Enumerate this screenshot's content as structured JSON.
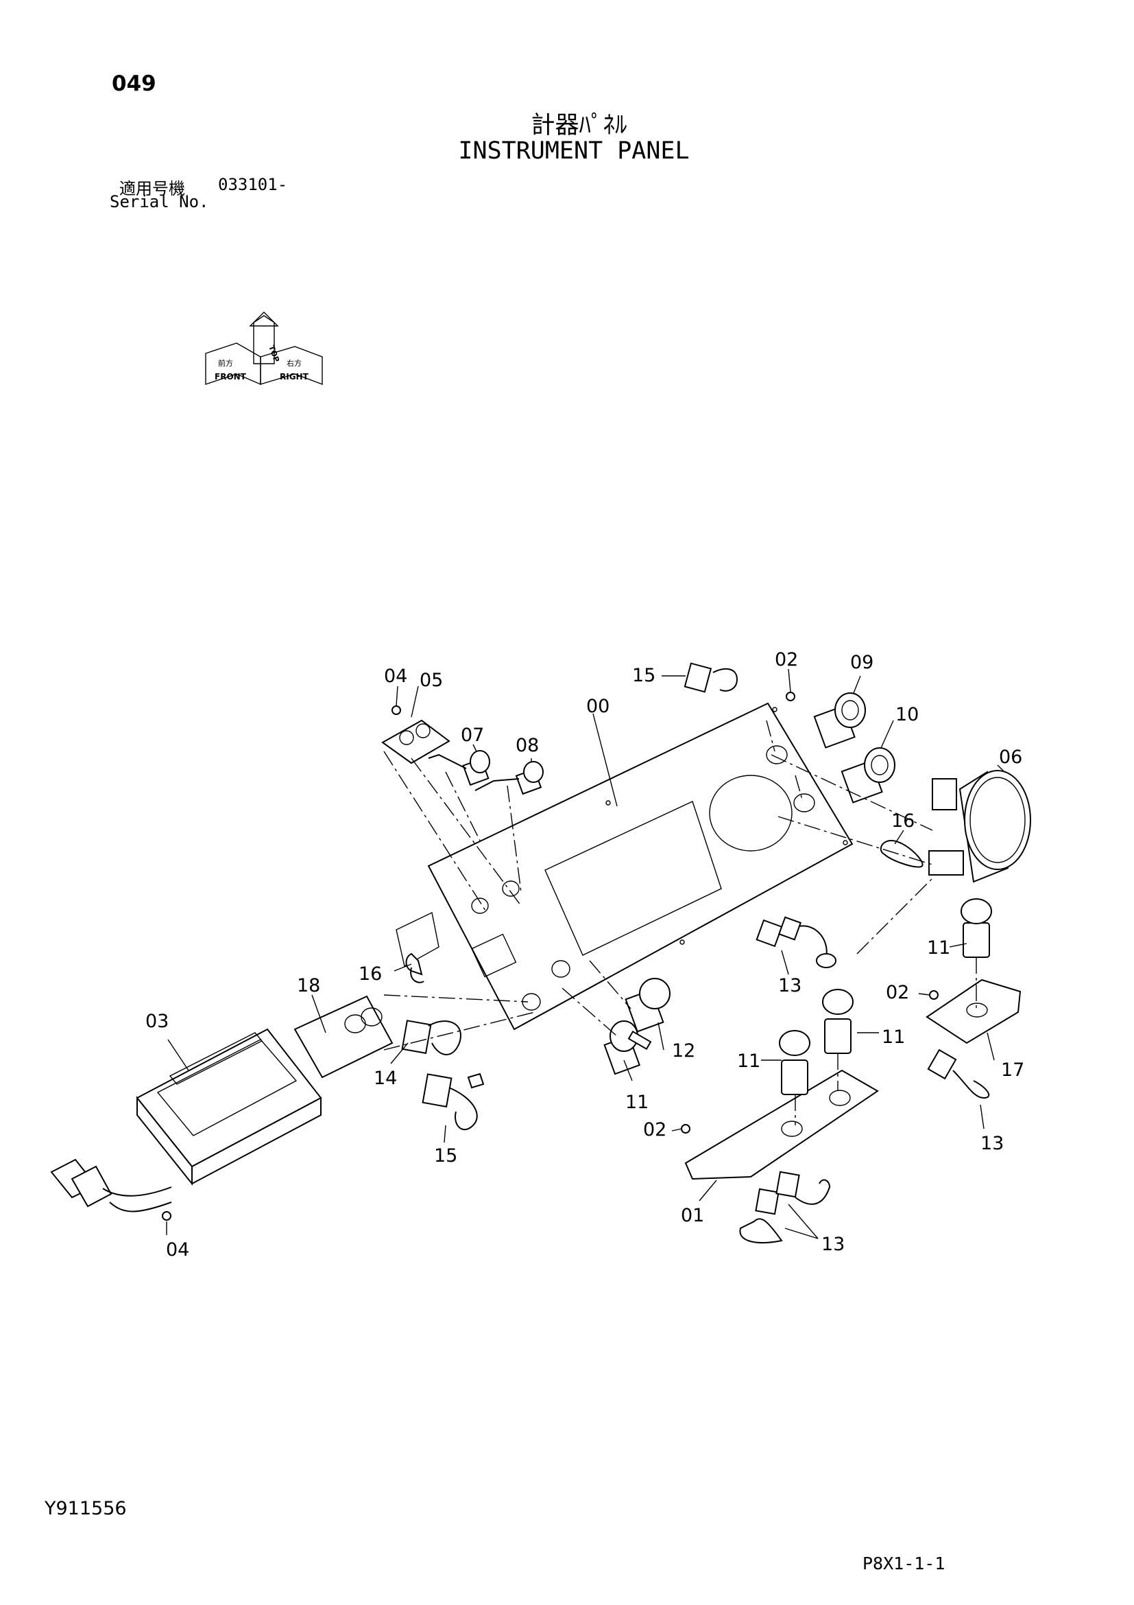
{
  "header": {
    "page_number": "049",
    "title_jp": "計器ﾊﾟﾈﾙ",
    "title_en": "INSTRUMENT PANEL",
    "serial_label_jp": "適用号機",
    "serial_value": "033101-",
    "serial_label_en": "Serial No."
  },
  "orientation": {
    "top_label": "TOP",
    "front_label": "FRONT",
    "right_label": "RIGHT",
    "front_label_jp": "前方",
    "right_label_jp": "右方"
  },
  "callouts": {
    "c00": "00",
    "c01": "01",
    "c02a": "02",
    "c02b": "02",
    "c02c": "02",
    "c03": "03",
    "c04a": "04",
    "c04b": "04",
    "c05": "05",
    "c06": "06",
    "c07": "07",
    "c08": "08",
    "c09": "09",
    "c10": "10",
    "c11a": "11",
    "c11b": "11",
    "c11c": "11",
    "c11d": "11",
    "c12": "12",
    "c13a": "13",
    "c13b": "13",
    "c13c": "13",
    "c14": "14",
    "c15a": "15",
    "c15b": "15",
    "c16a": "16",
    "c16b": "16",
    "c17": "17",
    "c18": "18"
  },
  "footer": {
    "drawing_number": "Y911556",
    "page_ref": "P8X1-1-1"
  }
}
